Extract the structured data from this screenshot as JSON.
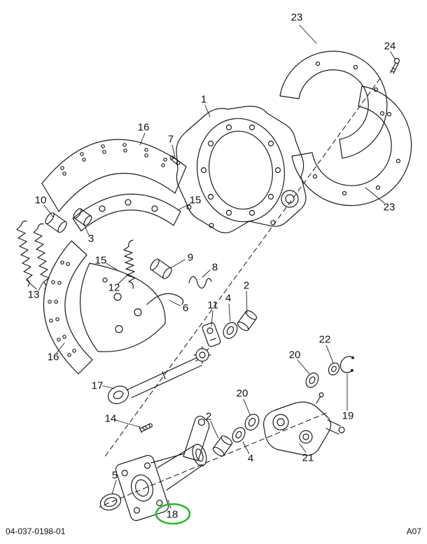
{
  "page": {
    "doc_number": "04-037-0198-01",
    "page_ref": "A07"
  },
  "diagram": {
    "description": "Exploded parts diagram of a brake shoe, anchor plate, dust shield and camshaft bracket assembly",
    "highlight_color": "#2db92d",
    "line_color": "#1c1c1c",
    "highlighted_callout": "18",
    "callouts": [
      {
        "label": "23"
      },
      {
        "label": "24"
      },
      {
        "label": "1"
      },
      {
        "label": "16"
      },
      {
        "label": "7"
      },
      {
        "label": "10"
      },
      {
        "label": "15"
      },
      {
        "label": "23"
      },
      {
        "label": "3"
      },
      {
        "label": "15"
      },
      {
        "label": "9"
      },
      {
        "label": "8"
      },
      {
        "label": "12"
      },
      {
        "label": "13"
      },
      {
        "label": "2"
      },
      {
        "label": "4"
      },
      {
        "label": "11"
      },
      {
        "label": "6"
      },
      {
        "label": "22"
      },
      {
        "label": "20"
      },
      {
        "label": "16"
      },
      {
        "label": "17"
      },
      {
        "label": "20"
      },
      {
        "label": "19"
      },
      {
        "label": "2"
      },
      {
        "label": "14"
      },
      {
        "label": "4"
      },
      {
        "label": "21"
      },
      {
        "label": "5"
      },
      {
        "label": "18"
      }
    ]
  }
}
